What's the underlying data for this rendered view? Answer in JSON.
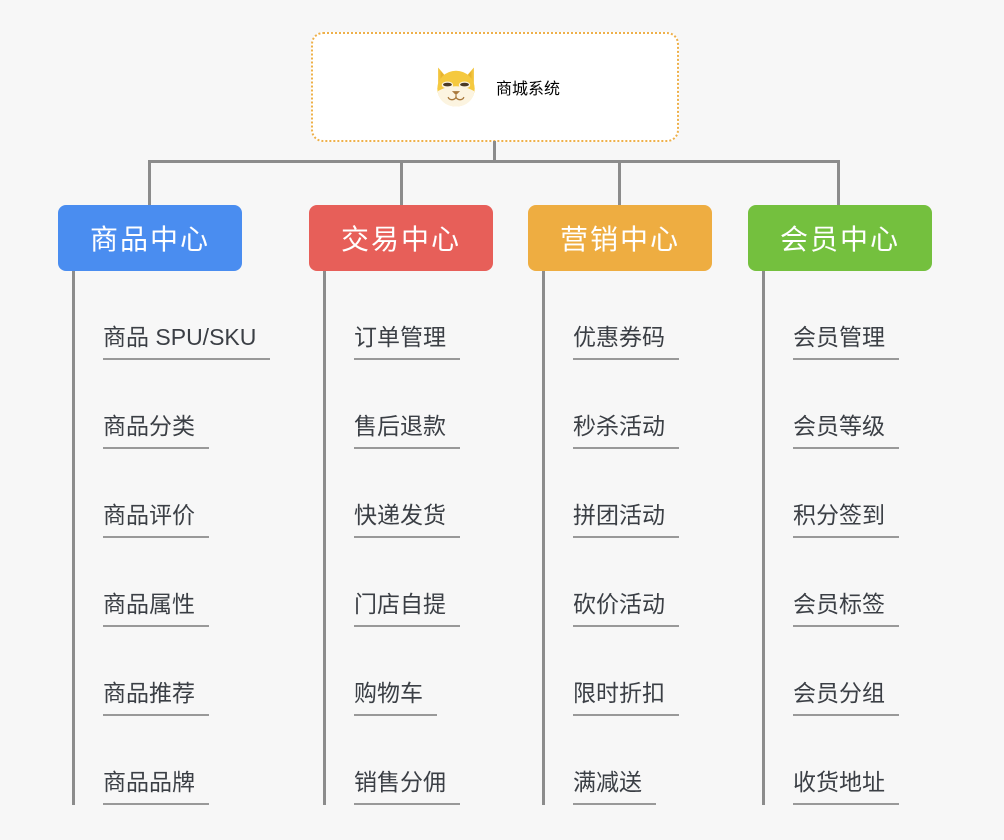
{
  "diagram": {
    "type": "mind-map",
    "background_color": "#f7f7f7",
    "connector_color": "#8c8c8c"
  },
  "root": {
    "title": "商城系统",
    "icon": "dog-face-emoji",
    "text_color": "#e8ab3c",
    "border_color": "#eeb04a",
    "background_color": "#ffffff"
  },
  "categories": [
    {
      "label": "商品中心",
      "color": "#4a8df0",
      "items": [
        "商品 SPU/SKU",
        "商品分类",
        "商品评价",
        "商品属性",
        "商品推荐",
        "商品品牌"
      ]
    },
    {
      "label": "交易中心",
      "color": "#e75f59",
      "items": [
        "订单管理",
        "售后退款",
        "快递发货",
        "门店自提",
        "购物车",
        "销售分佣"
      ]
    },
    {
      "label": "营销中心",
      "color": "#eead41",
      "items": [
        "优惠券码",
        "秒杀活动",
        "拼团活动",
        "砍价活动",
        "限时折扣",
        "满减送"
      ]
    },
    {
      "label": "会员中心",
      "color": "#74c03e",
      "items": [
        "会员管理",
        "会员等级",
        "积分签到",
        "会员标签",
        "会员分组",
        "收货地址"
      ]
    }
  ]
}
